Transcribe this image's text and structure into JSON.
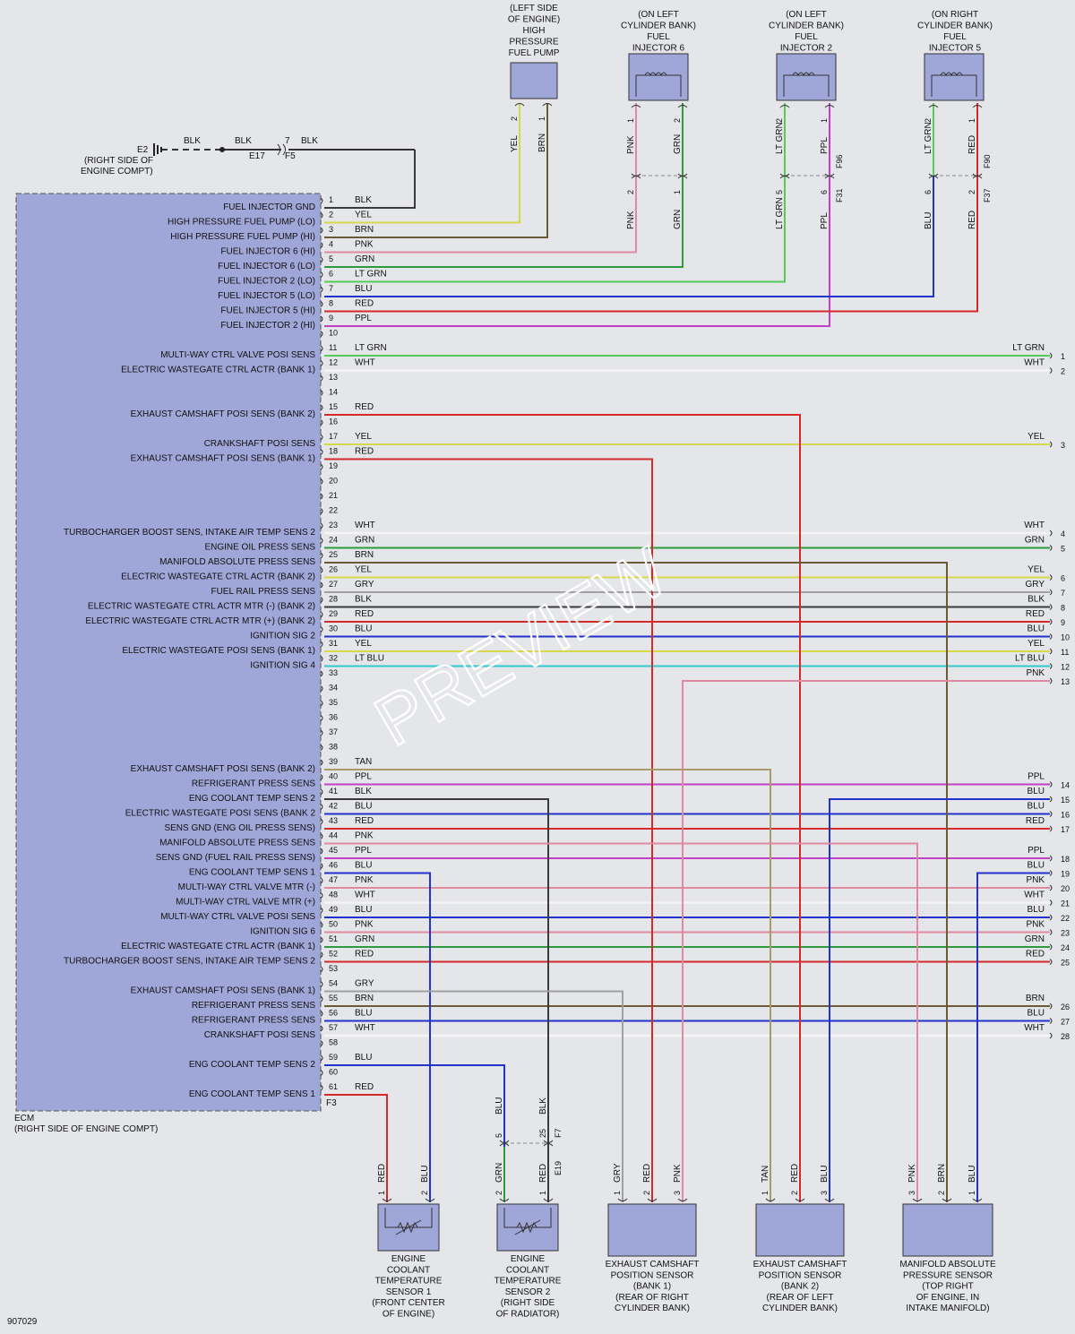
{
  "colors": {
    "BLK": "#3a3a3a",
    "YEL": "#d8d84a",
    "BRN": "#6b5a36",
    "PNK": "#e08aa0",
    "GRN": "#2e9a3e",
    "LT GRN": "#55cc55",
    "BLU": "#2233cc",
    "RED": "#d42a2a",
    "PPL": "#c040c8",
    "WHT": "#f4f4f4",
    "GRY": "#a0a0a0",
    "TAN": "#a89a6a",
    "LT BLU": "#30c8d0",
    "box": "#9fa6d8"
  },
  "watermark": "PREVIEW",
  "diagram_id": "907029",
  "ecm": {
    "name": "ECM",
    "location": "(RIGHT SIDE OF ENGINE COMPT)",
    "connector": "F3"
  },
  "ground": {
    "name": "E2",
    "location": [
      "(RIGHT SIDE OF",
      "ENGINE COMPT)"
    ],
    "wire1": "BLK",
    "wire2": "BLK",
    "wire3": "BLK",
    "conn1": "E17",
    "conn2": "F5",
    "pin": "7"
  },
  "pins": [
    {
      "n": "1",
      "label": "FUEL INJECTOR GND",
      "wire": "BLK"
    },
    {
      "n": "2",
      "label": "HIGH PRESSURE FUEL PUMP (LO)",
      "wire": "YEL"
    },
    {
      "n": "3",
      "label": "HIGH PRESSURE FUEL PUMP (HI)",
      "wire": "BRN"
    },
    {
      "n": "4",
      "label": "FUEL INJECTOR 6 (HI)",
      "wire": "PNK"
    },
    {
      "n": "5",
      "label": "FUEL INJECTOR 6 (LO)",
      "wire": "GRN"
    },
    {
      "n": "6",
      "label": "FUEL INJECTOR 2 (LO)",
      "wire": "LT GRN"
    },
    {
      "n": "7",
      "label": "FUEL INJECTOR 5 (LO)",
      "wire": "BLU"
    },
    {
      "n": "8",
      "label": "FUEL INJECTOR 5 (HI)",
      "wire": "RED"
    },
    {
      "n": "9",
      "label": "FUEL INJECTOR 2 (HI)",
      "wire": "PPL"
    },
    {
      "n": "10",
      "label": "",
      "wire": ""
    },
    {
      "n": "11",
      "label": "MULTI-WAY CTRL VALVE POSI SENS",
      "wire": "LT GRN"
    },
    {
      "n": "12",
      "label": "ELECTRIC WASTEGATE CTRL ACTR (BANK 1)",
      "wire": "WHT"
    },
    {
      "n": "13",
      "label": "",
      "wire": ""
    },
    {
      "n": "14",
      "label": "",
      "wire": ""
    },
    {
      "n": "15",
      "label": "EXHAUST CAMSHAFT POSI SENS (BANK 2)",
      "wire": "RED"
    },
    {
      "n": "16",
      "label": "",
      "wire": ""
    },
    {
      "n": "17",
      "label": "CRANKSHAFT POSI SENS",
      "wire": "YEL"
    },
    {
      "n": "18",
      "label": "EXHAUST CAMSHAFT POSI SENS (BANK 1)",
      "wire": "RED"
    },
    {
      "n": "19",
      "label": "",
      "wire": ""
    },
    {
      "n": "20",
      "label": "",
      "wire": ""
    },
    {
      "n": "21",
      "label": "",
      "wire": ""
    },
    {
      "n": "22",
      "label": "",
      "wire": ""
    },
    {
      "n": "23",
      "label": "TURBOCHARGER BOOST SENS, INTAKE AIR TEMP SENS 2",
      "wire": "WHT"
    },
    {
      "n": "24",
      "label": "ENGINE OIL PRESS SENS",
      "wire": "GRN"
    },
    {
      "n": "25",
      "label": "MANIFOLD ABSOLUTE PRESS SENS",
      "wire": "BRN"
    },
    {
      "n": "26",
      "label": "ELECTRIC WASTEGATE CTRL ACTR (BANK 2)",
      "wire": "YEL"
    },
    {
      "n": "27",
      "label": "FUEL RAIL PRESS SENS",
      "wire": "GRY"
    },
    {
      "n": "28",
      "label": "ELECTRIC WASTEGATE CTRL ACTR MTR (-) (BANK 2)",
      "wire": "BLK"
    },
    {
      "n": "29",
      "label": "ELECTRIC WASTEGATE CTRL ACTR MTR (+) (BANK 2)",
      "wire": "RED"
    },
    {
      "n": "30",
      "label": "IGNITION SIG 2",
      "wire": "BLU"
    },
    {
      "n": "31",
      "label": "ELECTRIC WASTEGATE POSI SENS (BANK 1)",
      "wire": "YEL"
    },
    {
      "n": "32",
      "label": "IGNITION SIG 4",
      "wire": "LT BLU"
    },
    {
      "n": "33",
      "label": "",
      "wire": ""
    },
    {
      "n": "34",
      "label": "",
      "wire": ""
    },
    {
      "n": "35",
      "label": "",
      "wire": ""
    },
    {
      "n": "36",
      "label": "",
      "wire": ""
    },
    {
      "n": "37",
      "label": "",
      "wire": ""
    },
    {
      "n": "38",
      "label": "",
      "wire": ""
    },
    {
      "n": "39",
      "label": "EXHAUST CAMSHAFT POSI SENS (BANK 2)",
      "wire": "TAN"
    },
    {
      "n": "40",
      "label": "REFRIGERANT PRESS SENS",
      "wire": "PPL"
    },
    {
      "n": "41",
      "label": "ENG COOLANT TEMP SENS 2",
      "wire": "BLK"
    },
    {
      "n": "42",
      "label": "ELECTRIC WASTEGATE POSI SENS (BANK 2",
      "wire": "BLU"
    },
    {
      "n": "43",
      "label": "SENS GND (ENG OIL PRESS SENS)",
      "wire": "RED"
    },
    {
      "n": "44",
      "label": "MANIFOLD ABSOLUTE PRESS SENS",
      "wire": "PNK"
    },
    {
      "n": "45",
      "label": "SENS GND (FUEL RAIL PRESS SENS)",
      "wire": "PPL"
    },
    {
      "n": "46",
      "label": "ENG COOLANT TEMP SENS 1",
      "wire": "BLU"
    },
    {
      "n": "47",
      "label": "MULTI-WAY CTRL VALVE MTR (-)",
      "wire": "PNK"
    },
    {
      "n": "48",
      "label": "MULTI-WAY CTRL VALVE MTR (+)",
      "wire": "WHT"
    },
    {
      "n": "49",
      "label": "MULTI-WAY CTRL VALVE POSI SENS",
      "wire": "BLU"
    },
    {
      "n": "50",
      "label": "IGNITION SIG 6",
      "wire": "PNK"
    },
    {
      "n": "51",
      "label": "ELECTRIC WASTEGATE CTRL ACTR (BANK 1)",
      "wire": "GRN"
    },
    {
      "n": "52",
      "label": "TURBOCHARGER BOOST SENS, INTAKE AIR TEMP SENS 2",
      "wire": "RED"
    },
    {
      "n": "53",
      "label": "",
      "wire": ""
    },
    {
      "n": "54",
      "label": "EXHAUST CAMSHAFT POSI SENS (BANK 1)",
      "wire": "GRY"
    },
    {
      "n": "55",
      "label": "REFRIGERANT PRESS SENS",
      "wire": "BRN"
    },
    {
      "n": "56",
      "label": "REFRIGERANT PRESS SENS",
      "wire": "BLU"
    },
    {
      "n": "57",
      "label": "CRANKSHAFT POSI SENS",
      "wire": "WHT"
    },
    {
      "n": "58",
      "label": "",
      "wire": ""
    },
    {
      "n": "59",
      "label": "ENG COOLANT TEMP SENS 2",
      "wire": "BLU"
    },
    {
      "n": "60",
      "label": "",
      "wire": ""
    },
    {
      "n": "61",
      "label": "ENG COOLANT TEMP SENS 1",
      "wire": "RED"
    }
  ],
  "right_pins": [
    {
      "n": "1",
      "wire": "LT GRN"
    },
    {
      "n": "2",
      "wire": "WHT"
    },
    {
      "n": "3",
      "wire": "YEL"
    },
    {
      "n": "4",
      "wire": "WHT"
    },
    {
      "n": "5",
      "wire": "GRN"
    },
    {
      "n": "6",
      "wire": "YEL"
    },
    {
      "n": "7",
      "wire": "GRY"
    },
    {
      "n": "8",
      "wire": "BLK"
    },
    {
      "n": "9",
      "wire": "RED"
    },
    {
      "n": "10",
      "wire": "BLU"
    },
    {
      "n": "11",
      "wire": "YEL"
    },
    {
      "n": "12",
      "wire": "LT BLU"
    },
    {
      "n": "13",
      "wire": "PNK"
    },
    {
      "n": "14",
      "wire": "PPL"
    },
    {
      "n": "15",
      "wire": "BLU"
    },
    {
      "n": "16",
      "wire": "BLU"
    },
    {
      "n": "17",
      "wire": "RED"
    },
    {
      "n": "18",
      "wire": "PPL"
    },
    {
      "n": "19",
      "wire": "BLU"
    },
    {
      "n": "20",
      "wire": "PNK"
    },
    {
      "n": "21",
      "wire": "WHT"
    },
    {
      "n": "22",
      "wire": "BLU"
    },
    {
      "n": "23",
      "wire": "PNK"
    },
    {
      "n": "24",
      "wire": "GRN"
    },
    {
      "n": "25",
      "wire": "RED"
    },
    {
      "n": "26",
      "wire": "BRN"
    },
    {
      "n": "27",
      "wire": "BLU"
    },
    {
      "n": "28",
      "wire": "WHT"
    }
  ],
  "top_components": [
    {
      "id": "pump",
      "lines": [
        "(LEFT SIDE",
        "OF ENGINE)",
        "HIGH",
        "PRESSURE",
        "FUEL PUMP"
      ],
      "pins": [
        {
          "n": "2",
          "wire": "YEL"
        },
        {
          "n": "1",
          "wire": "BRN"
        }
      ]
    },
    {
      "id": "inj6",
      "lines": [
        "(ON LEFT",
        "CYLINDER BANK)",
        "FUEL",
        "INJECTOR 6"
      ],
      "pins": [
        {
          "n": "1",
          "wire": "PNK"
        },
        {
          "n": "2",
          "wire": "GRN"
        }
      ],
      "lower_pins": [
        {
          "n": "2",
          "wire": "PNK"
        },
        {
          "n": "1",
          "wire": "GRN"
        }
      ]
    },
    {
      "id": "inj2",
      "lines": [
        "(ON LEFT",
        "CYLINDER BANK)",
        "FUEL",
        "INJECTOR 2"
      ],
      "pins": [
        {
          "n": "2",
          "wire": "LT GRN"
        },
        {
          "n": "1",
          "wire": "PPL"
        }
      ],
      "lower_pins": [
        {
          "n": "5",
          "wire": "LT GRN"
        },
        {
          "n": "6",
          "wire": "PPL"
        }
      ],
      "conn_upper": "F96",
      "conn_lower": "F31"
    },
    {
      "id": "inj5",
      "lines": [
        "(ON RIGHT",
        "CYLINDER BANK)",
        "FUEL",
        "INJECTOR 5"
      ],
      "pins": [
        {
          "n": "2",
          "wire": "LT GRN"
        },
        {
          "n": "1",
          "wire": "RED"
        }
      ],
      "lower_pins": [
        {
          "n": "6",
          "wire": "BLU"
        },
        {
          "n": "2",
          "wire": "RED"
        }
      ],
      "conn_upper": "F90",
      "conn_lower": "F37"
    }
  ],
  "bottom_components": [
    {
      "id": "ect1",
      "lines": [
        "ENGINE",
        "COOLANT",
        "TEMPERATURE",
        "SENSOR 1",
        "(FRONT CENTER",
        "OF ENGINE)"
      ],
      "pins": [
        {
          "n": "1",
          "wire": "RED"
        },
        {
          "n": "2",
          "wire": "BLU"
        }
      ]
    },
    {
      "id": "ect2",
      "lines": [
        "ENGINE",
        "COOLANT",
        "TEMPERATURE",
        "SENSOR 2",
        "(RIGHT SIDE",
        "OF RADIATOR)"
      ],
      "pins": [
        {
          "n": "2",
          "wire": "GRN"
        },
        {
          "n": "1",
          "wire": "RED"
        }
      ],
      "upper_pins": [
        {
          "n": "5",
          "wire": "BLU"
        },
        {
          "n": "25",
          "wire": "BLK"
        }
      ],
      "conn_upper": "F7",
      "conn_lower": "E19"
    },
    {
      "id": "cam1",
      "lines": [
        "EXHAUST CAMSHAFT",
        "POSITION SENSOR",
        "(BANK 1)",
        "(REAR OF RIGHT",
        "CYLINDER BANK)"
      ],
      "pins": [
        {
          "n": "1",
          "wire": "GRY"
        },
        {
          "n": "2",
          "wire": "RED"
        },
        {
          "n": "3",
          "wire": "PNK"
        }
      ]
    },
    {
      "id": "cam2",
      "lines": [
        "EXHAUST CAMSHAFT",
        "POSITION SENSOR",
        "(BANK 2)",
        "(REAR OF LEFT",
        "CYLINDER BANK)"
      ],
      "pins": [
        {
          "n": "1",
          "wire": "TAN"
        },
        {
          "n": "2",
          "wire": "RED"
        },
        {
          "n": "3",
          "wire": "BLU"
        }
      ]
    },
    {
      "id": "map",
      "lines": [
        "MANIFOLD ABSOLUTE",
        "PRESSURE SENSOR",
        "(TOP RIGHT",
        "OF ENGINE, IN",
        "INTAKE MANIFOLD)"
      ],
      "pins": [
        {
          "n": "3",
          "wire": "PNK"
        },
        {
          "n": "2",
          "wire": "BRN"
        },
        {
          "n": "1",
          "wire": "BLU"
        }
      ]
    }
  ]
}
